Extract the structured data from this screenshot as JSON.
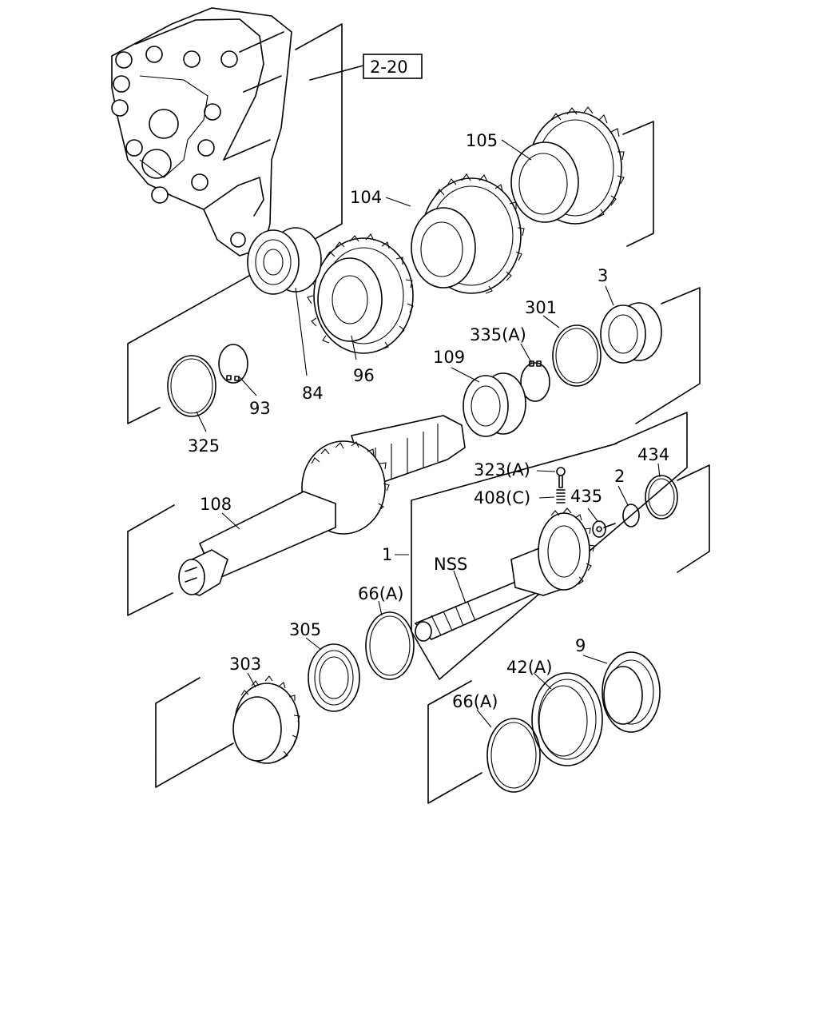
{
  "callouts": {
    "ref_2_20": "2-20",
    "p105": "105",
    "p104": "104",
    "p96": "96",
    "p84": "84",
    "p93": "93",
    "p325": "325",
    "p3": "3",
    "p301": "301",
    "p335a": "335(A)",
    "p109": "109",
    "p434": "434",
    "p2": "2",
    "p323a": "323(A)",
    "p408c": "408(C)",
    "p435": "435",
    "p108": "108",
    "p1": "1",
    "nss": "NSS",
    "p66a_top": "66(A)",
    "p305": "305",
    "p303": "303",
    "p9": "9",
    "p42a": "42(A)",
    "p66a_bottom": "66(A)"
  }
}
